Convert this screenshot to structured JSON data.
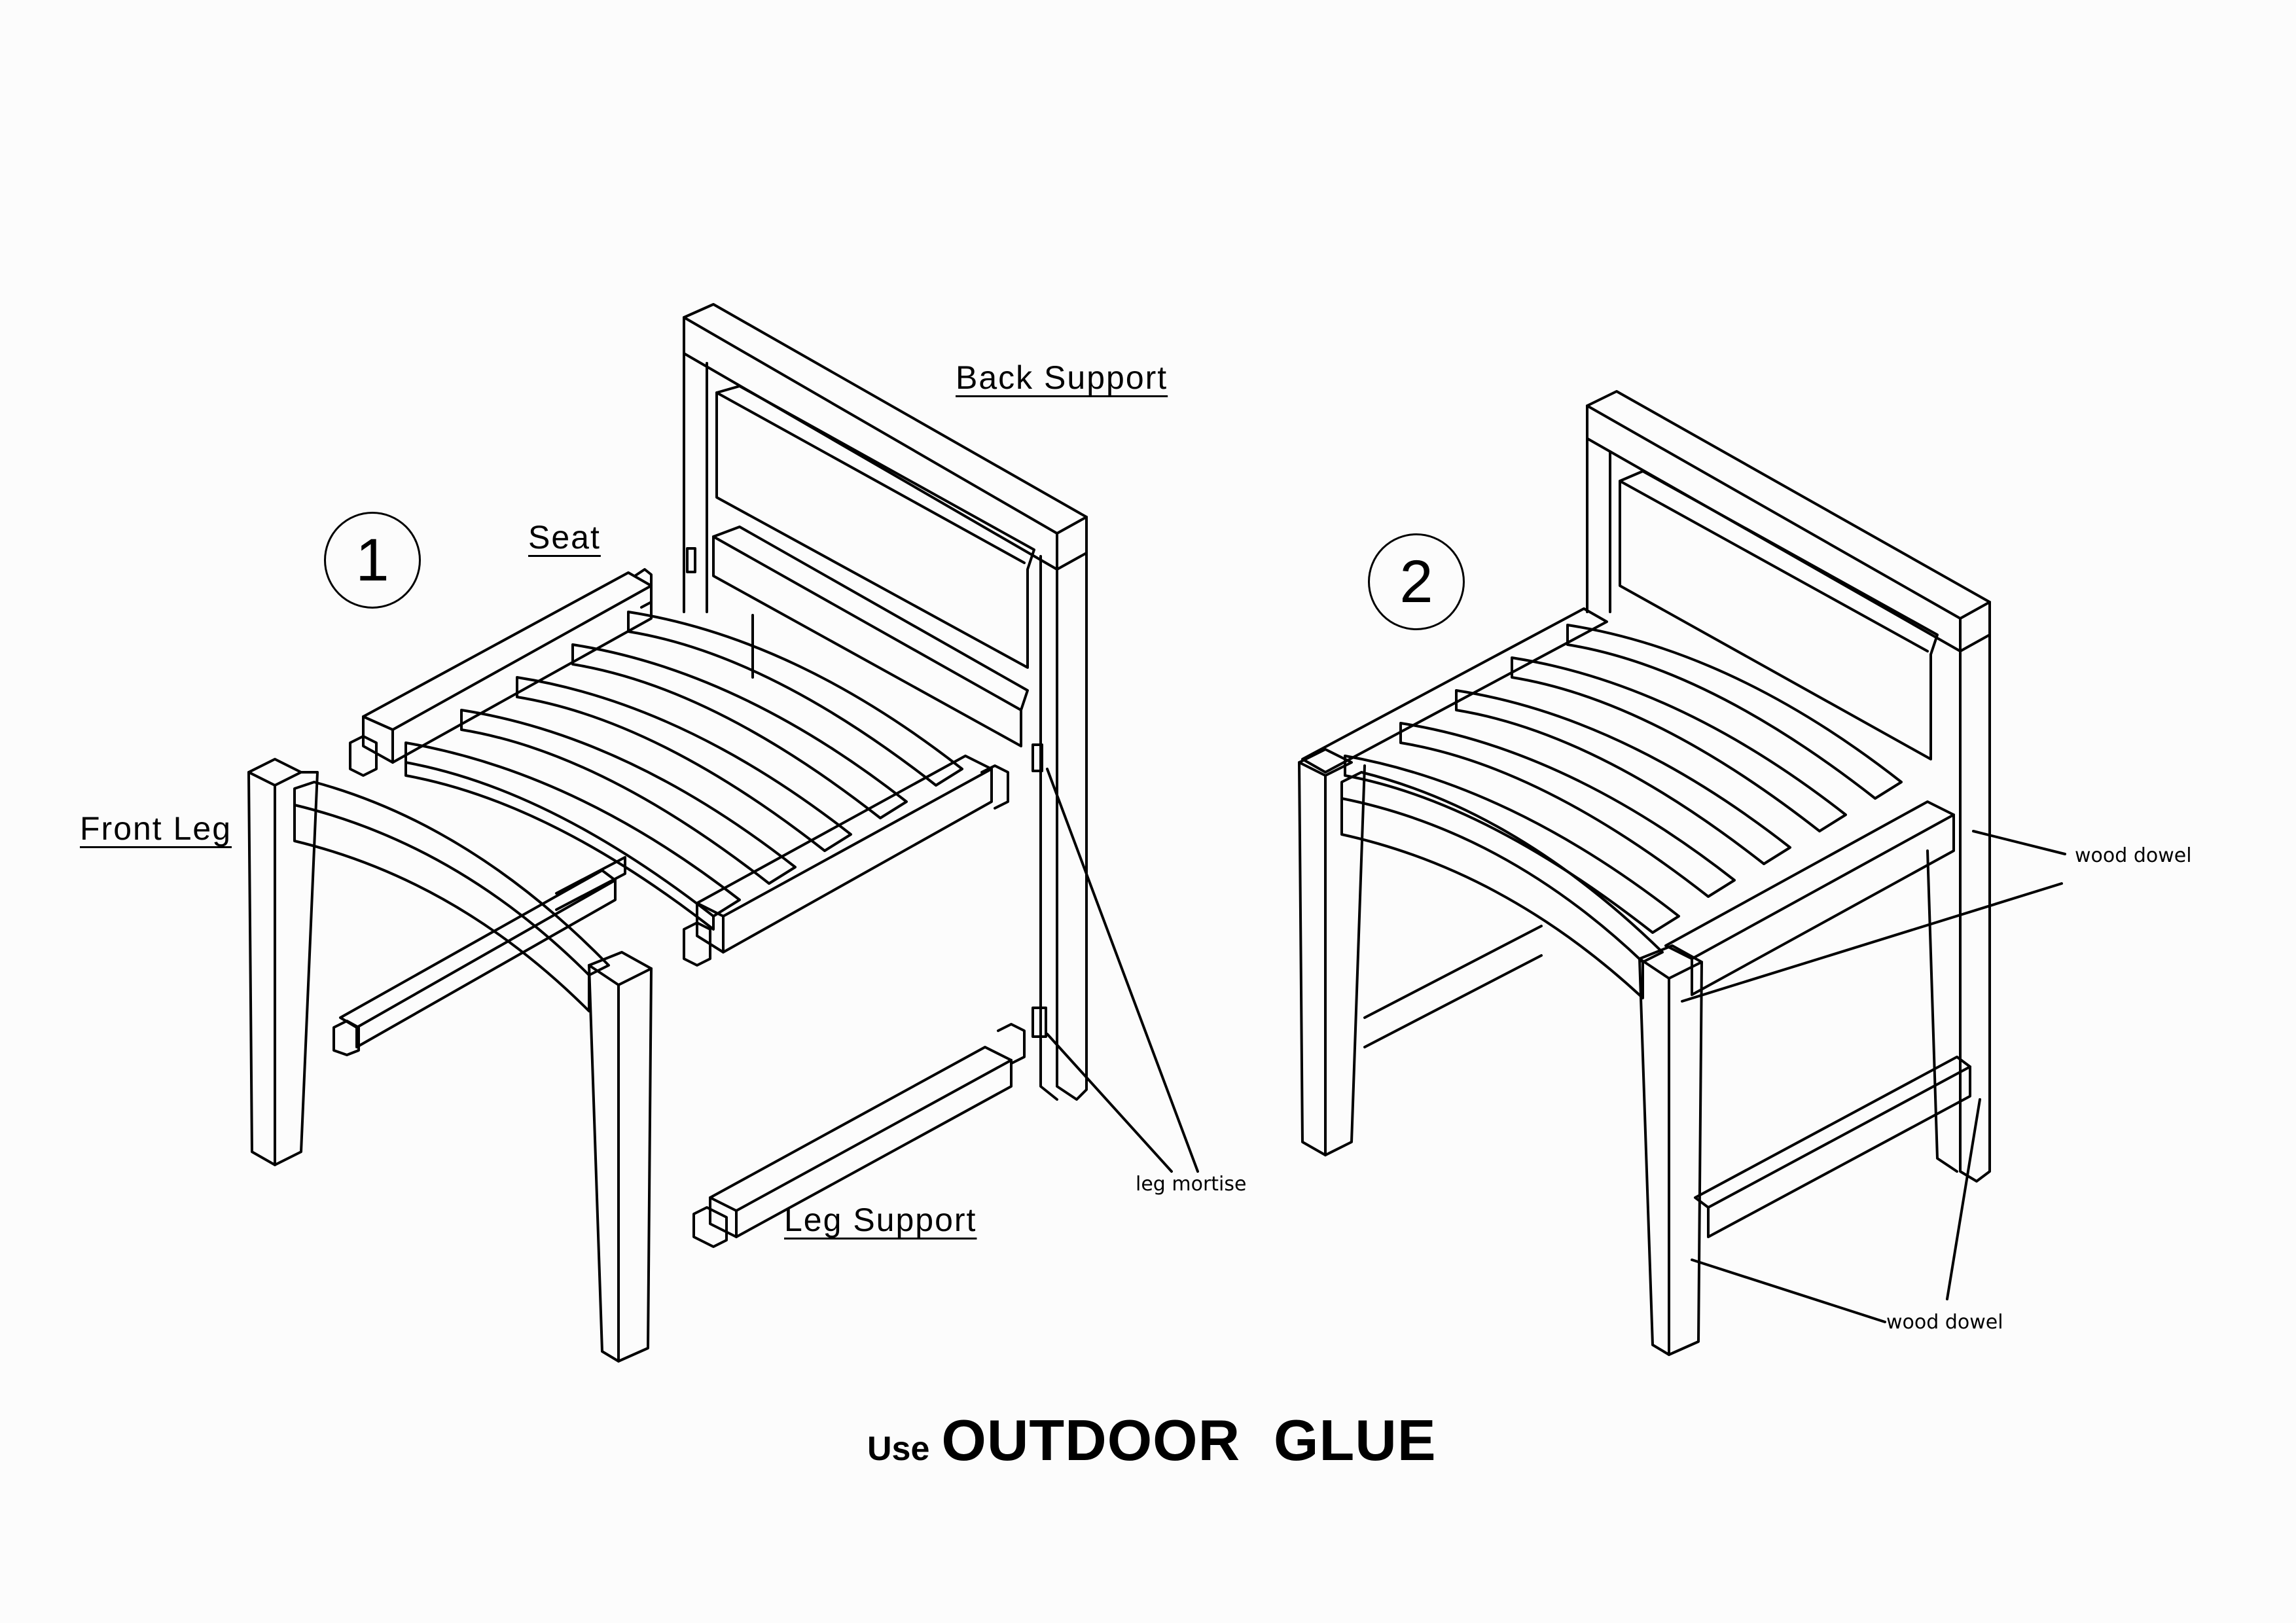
{
  "steps": [
    {
      "number": "1"
    },
    {
      "number": "2"
    }
  ],
  "labels": {
    "back_support": "Back Support",
    "seat": "Seat",
    "front_leg": "Front Leg",
    "leg_support": "Leg Support",
    "leg_mortise": "leg mortise",
    "wood_dowel_upper": "wood dowel",
    "wood_dowel_lower": "wood dowel"
  },
  "footer": {
    "use": "Use",
    "instruction": "OUTDOOR  GLUE"
  }
}
